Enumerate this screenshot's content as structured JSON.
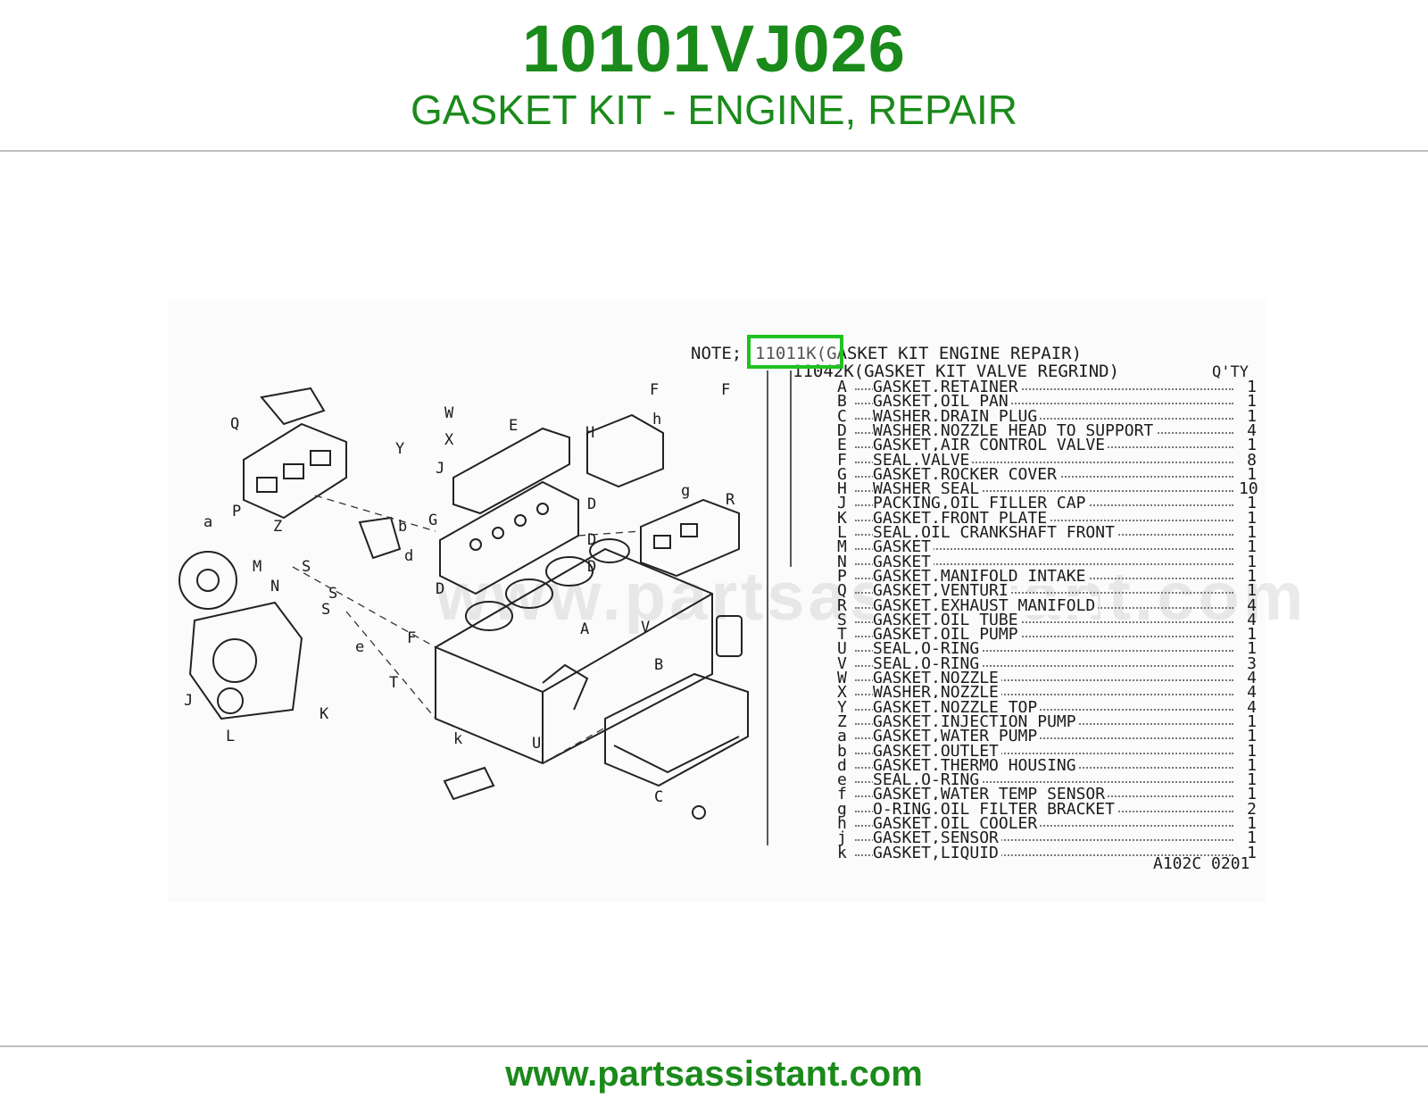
{
  "header": {
    "part_number": "10101VJ026",
    "description": "GASKET KIT - ENGINE, REPAIR"
  },
  "footer": {
    "url": "www.partsassistant.com"
  },
  "diagram": {
    "note_label": "NOTE;",
    "kit_line_1": "11011K(GASKET KIT ENGINE REPAIR)",
    "kit_line_2": "11042K(GASKET KIT VALVE REGRIND)",
    "qty_header": "Q'TY",
    "highlighted_code": "11011K",
    "watermark": "www.partsassistant.com",
    "figure_id": "A102C 0201",
    "colors": {
      "highlight": "#1fc21f",
      "brand_green": "#1a8a1a"
    },
    "parts": [
      {
        "code": "A",
        "name": "GASKET,RETAINER",
        "qty": "1"
      },
      {
        "code": "B",
        "name": "GASKET,OIL PAN",
        "qty": "1"
      },
      {
        "code": "C",
        "name": "WASHER,DRAIN PLUG",
        "qty": "1"
      },
      {
        "code": "D",
        "name": "WASHER,NOZZLE HEAD TO SUPPORT",
        "qty": "4"
      },
      {
        "code": "E",
        "name": "GASKET,AIR CONTROL VALVE",
        "qty": "1"
      },
      {
        "code": "F",
        "name": "SEAL,VALVE",
        "qty": "8"
      },
      {
        "code": "G",
        "name": "GASKET,ROCKER COVER",
        "qty": "1"
      },
      {
        "code": "H",
        "name": "WASHER SEAL",
        "qty": "10"
      },
      {
        "code": "J",
        "name": "PACKING,OIL FILLER CAP",
        "qty": "1"
      },
      {
        "code": "K",
        "name": "GASKET,FRONT PLATE",
        "qty": "1"
      },
      {
        "code": "L",
        "name": "SEAL,OIL CRANKSHAFT FRONT",
        "qty": "1"
      },
      {
        "code": "M",
        "name": "GASKET",
        "qty": "1"
      },
      {
        "code": "N",
        "name": "GASKET",
        "qty": "1"
      },
      {
        "code": "P",
        "name": "GASKET,MANIFOLD INTAKE",
        "qty": "1"
      },
      {
        "code": "Q",
        "name": "GASKET,VENTURI",
        "qty": "1"
      },
      {
        "code": "R",
        "name": "GASKET,EXHAUST MANIFOLD",
        "qty": "4"
      },
      {
        "code": "S",
        "name": "GASKET,OIL TUBE",
        "qty": "4"
      },
      {
        "code": "T",
        "name": "GASKET,OIL PUMP",
        "qty": "1"
      },
      {
        "code": "U",
        "name": "SEAL,O-RING",
        "qty": "1"
      },
      {
        "code": "V",
        "name": "SEAL,O-RING",
        "qty": "3"
      },
      {
        "code": "W",
        "name": "GASKET,NOZZLE",
        "qty": "4"
      },
      {
        "code": "X",
        "name": "WASHER,NOZZLE",
        "qty": "4"
      },
      {
        "code": "Y",
        "name": "GASKET,NOZZLE TOP",
        "qty": "4"
      },
      {
        "code": "Z",
        "name": "GASKET,INJECTION PUMP",
        "qty": "1"
      },
      {
        "code": "a",
        "name": "GASKET,WATER PUMP",
        "qty": "1"
      },
      {
        "code": "b",
        "name": "GASKET,OUTLET",
        "qty": "1"
      },
      {
        "code": "d",
        "name": "GASKET,THERMO HOUSING",
        "qty": "1"
      },
      {
        "code": "e",
        "name": "SEAL,O-RING",
        "qty": "1"
      },
      {
        "code": "f",
        "name": "GASKET,WATER TEMP SENSOR",
        "qty": "1"
      },
      {
        "code": "g",
        "name": "O-RING,OIL FILTER BRACKET",
        "qty": "2"
      },
      {
        "code": "h",
        "name": "GASKET,OIL COOLER",
        "qty": "1"
      },
      {
        "code": "j",
        "name": "GASKET,SENSOR",
        "qty": "1"
      },
      {
        "code": "k",
        "name": "GASKET,LIQUID",
        "qty": "1"
      }
    ],
    "callouts": [
      "Q",
      "W",
      "X",
      "Y",
      "P",
      "Z",
      "a",
      "M",
      "N",
      "J",
      "L",
      "K",
      "S",
      "S",
      "S",
      "b",
      "d",
      "D",
      "F",
      "e",
      "T",
      "U",
      "V",
      "A",
      "B",
      "C",
      "k",
      "E",
      "H",
      "J",
      "G",
      "D",
      "D",
      "D",
      "F",
      "F",
      "h",
      "g",
      "R"
    ]
  }
}
